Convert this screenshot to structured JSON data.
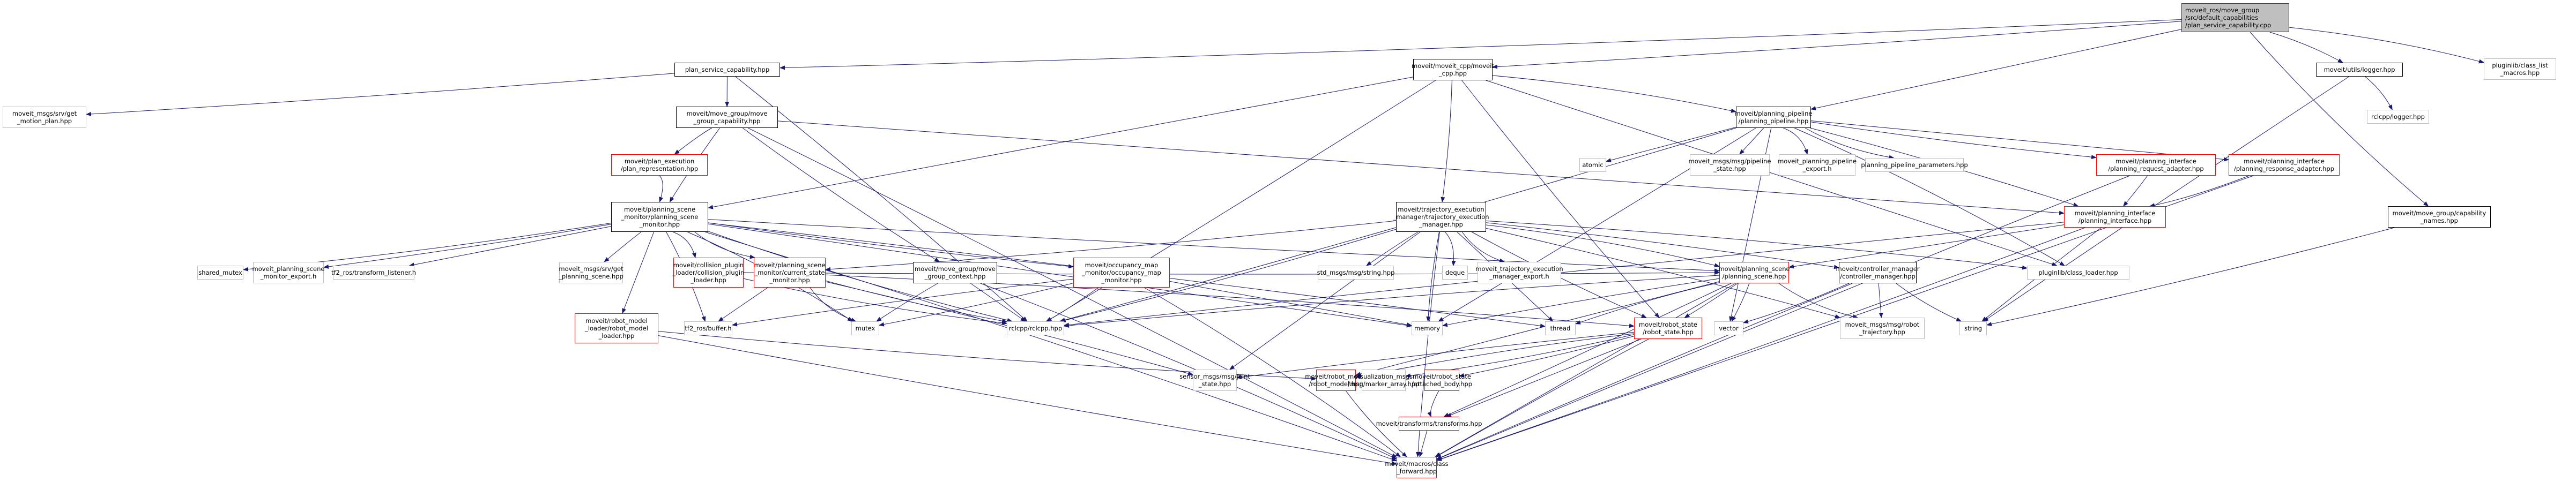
{
  "title": "moveit_ros/move_group/src/default_capabilities/plan_service_capability.cpp include dependency graph",
  "colors": {
    "edge": "#191970",
    "root_fill": "#bfbfbf",
    "documented_border": "#000000",
    "undocumented_border": "#ff0000",
    "external_border": "#bfbfbf"
  },
  "nodes": [
    {
      "id": "root",
      "label": "moveit_ros/move_group\n/src/default_capabilities\n/plan_service_capability.cpp",
      "kind": "root"
    },
    {
      "id": "psc",
      "label": "plan_service_capability.hpp",
      "kind": "doc"
    },
    {
      "id": "getmp",
      "label": "moveit_msgs/srv/get\n_motion_plan.hpp",
      "kind": "ext"
    },
    {
      "id": "mgcap",
      "label": "moveit/move_group/move\n_group_capability.hpp",
      "kind": "doc"
    },
    {
      "id": "planrep",
      "label": "moveit/plan_execution\n/plan_representation.hpp",
      "kind": "red"
    },
    {
      "id": "psm",
      "label": "moveit/planning_scene\n_monitor/planning_scene\n_monitor.hpp",
      "kind": "doc"
    },
    {
      "id": "shmutex",
      "label": "shared_mutex",
      "kind": "ext"
    },
    {
      "id": "psmexp",
      "label": "moveit_planning_scene\n_monitor_export.h",
      "kind": "ext"
    },
    {
      "id": "tflist",
      "label": "tf2_ros/transform_listener.h",
      "kind": "ext"
    },
    {
      "id": "getps",
      "label": "moveit_msgs/srv/get\n_planning_scene.hpp",
      "kind": "ext"
    },
    {
      "id": "colplug",
      "label": "moveit/collision_plugin\n_loader/collision_plugin\n_loader.hpp",
      "kind": "red"
    },
    {
      "id": "csm",
      "label": "moveit/planning_scene\n_monitor/current_state\n_monitor.hpp",
      "kind": "red"
    },
    {
      "id": "mgctx",
      "label": "moveit/move_group/move\n_group_context.hpp",
      "kind": "doc"
    },
    {
      "id": "occ",
      "label": "moveit/occupancy_map\n_monitor/occupancy_map\n_monitor.hpp",
      "kind": "red"
    },
    {
      "id": "rml",
      "label": "moveit/robot_model\n_loader/robot_model\n_loader.hpp",
      "kind": "red"
    },
    {
      "id": "tfbuf",
      "label": "tf2_ros/buffer.h",
      "kind": "ext"
    },
    {
      "id": "mutex",
      "label": "mutex",
      "kind": "ext"
    },
    {
      "id": "rclcpp",
      "label": "rclcpp/rclcpp.hpp",
      "kind": "ext"
    },
    {
      "id": "mcpp",
      "label": "moveit/moveit_cpp/moveit\n_cpp.hpp",
      "kind": "doc"
    },
    {
      "id": "tem",
      "label": "moveit/trajectory_execution\n_manager/trajectory_execution\n_manager.hpp",
      "kind": "doc"
    },
    {
      "id": "stdstr",
      "label": "std_msgs/msg/string.hpp",
      "kind": "ext"
    },
    {
      "id": "deque",
      "label": "deque",
      "kind": "ext"
    },
    {
      "id": "temexp",
      "label": "moveit_trajectory_execution\n_manager_export.h",
      "kind": "ext"
    },
    {
      "id": "memory",
      "label": "memory",
      "kind": "ext"
    },
    {
      "id": "thread",
      "label": "thread",
      "kind": "ext"
    },
    {
      "id": "pp",
      "label": "moveit/planning_pipeline\n/planning_pipeline.hpp",
      "kind": "doc"
    },
    {
      "id": "atomic",
      "label": "atomic",
      "kind": "ext"
    },
    {
      "id": "ppstate",
      "label": "moveit_msgs/msg/pipeline\n_state.hpp",
      "kind": "ext"
    },
    {
      "id": "ppexp",
      "label": "moveit_planning_pipeline\n_export.h",
      "kind": "ext"
    },
    {
      "id": "ppparams",
      "label": "planning_pipeline_parameters.hpp",
      "kind": "ext"
    },
    {
      "id": "preq",
      "label": "moveit/planning_interface\n/planning_request_adapter.hpp",
      "kind": "red"
    },
    {
      "id": "presp",
      "label": "moveit/planning_interface\n/planning_response_adapter.hpp",
      "kind": "red"
    },
    {
      "id": "pi",
      "label": "moveit/planning_interface\n/planning_interface.hpp",
      "kind": "red"
    },
    {
      "id": "ps",
      "label": "moveit/planning_scene\n/planning_scene.hpp",
      "kind": "red"
    },
    {
      "id": "cm",
      "label": "moveit/controller_manager\n/controller_manager.hpp",
      "kind": "doc"
    },
    {
      "id": "classldr",
      "label": "pluginlib/class_loader.hpp",
      "kind": "ext"
    },
    {
      "id": "rs",
      "label": "moveit/robot_state\n/robot_state.hpp",
      "kind": "red"
    },
    {
      "id": "vector",
      "label": "vector",
      "kind": "ext"
    },
    {
      "id": "robtraj",
      "label": "moveit_msgs/msg/robot\n_trajectory.hpp",
      "kind": "ext"
    },
    {
      "id": "string",
      "label": "string",
      "kind": "ext"
    },
    {
      "id": "js",
      "label": "sensor_msgs/msg/joint\n_state.hpp",
      "kind": "ext"
    },
    {
      "id": "rm",
      "label": "moveit/robot_model\n/robot_model.hpp",
      "kind": "red"
    },
    {
      "id": "marker",
      "label": "visualization_msgs\n/msg/marker_array.hpp",
      "kind": "ext"
    },
    {
      "id": "ab",
      "label": "moveit/robot_state\n/attached_body.hpp",
      "kind": "red"
    },
    {
      "id": "tf",
      "label": "moveit/transforms/transforms.hpp",
      "kind": "red"
    },
    {
      "id": "cf",
      "label": "moveit/macros/class\n_forward.hpp",
      "kind": "red"
    },
    {
      "id": "logger",
      "label": "moveit/utils/logger.hpp",
      "kind": "doc"
    },
    {
      "id": "rcllog",
      "label": "rclcpp/logger.hpp",
      "kind": "ext"
    },
    {
      "id": "clm",
      "label": "pluginlib/class_list\n_macros.hpp",
      "kind": "ext"
    },
    {
      "id": "capn",
      "label": "moveit/move_group/capability\n_names.hpp",
      "kind": "doc"
    }
  ],
  "edges": [
    [
      "root",
      "psc"
    ],
    [
      "root",
      "mcpp"
    ],
    [
      "root",
      "pp"
    ],
    [
      "root",
      "logger"
    ],
    [
      "root",
      "clm"
    ],
    [
      "root",
      "capn"
    ],
    [
      "psc",
      "getmp"
    ],
    [
      "psc",
      "mgcap"
    ],
    [
      "psc",
      "rclcpp"
    ],
    [
      "mgcap",
      "planrep"
    ],
    [
      "mgcap",
      "psm"
    ],
    [
      "mgcap",
      "mgctx"
    ],
    [
      "mgcap",
      "pi"
    ],
    [
      "mgcap",
      "cf"
    ],
    [
      "planrep",
      "psm"
    ],
    [
      "psm",
      "shmutex"
    ],
    [
      "psm",
      "psmexp"
    ],
    [
      "psm",
      "tflist"
    ],
    [
      "psm",
      "getps"
    ],
    [
      "psm",
      "colplug"
    ],
    [
      "psm",
      "csm"
    ],
    [
      "psm",
      "occ"
    ],
    [
      "psm",
      "rml"
    ],
    [
      "psm",
      "tfbuf"
    ],
    [
      "psm",
      "mutex"
    ],
    [
      "psm",
      "rclcpp"
    ],
    [
      "psm",
      "ps"
    ],
    [
      "psm",
      "memory"
    ],
    [
      "psm",
      "thread"
    ],
    [
      "psm",
      "cf"
    ],
    [
      "csm",
      "mutex"
    ],
    [
      "csm",
      "rclcpp"
    ],
    [
      "csm",
      "tfbuf"
    ],
    [
      "csm",
      "js"
    ],
    [
      "csm",
      "rs"
    ],
    [
      "colplug",
      "rclcpp"
    ],
    [
      "colplug",
      "ps"
    ],
    [
      "mgctx",
      "rclcpp"
    ],
    [
      "mgctx",
      "mutex"
    ],
    [
      "mgctx",
      "cf"
    ],
    [
      "occ",
      "rclcpp"
    ],
    [
      "occ",
      "mutex"
    ],
    [
      "occ",
      "memory"
    ],
    [
      "occ",
      "tfbuf"
    ],
    [
      "occ",
      "cf"
    ],
    [
      "rml",
      "rm"
    ],
    [
      "rml",
      "cf"
    ],
    [
      "mcpp",
      "psm"
    ],
    [
      "mcpp",
      "tem"
    ],
    [
      "mcpp",
      "pp"
    ],
    [
      "mcpp",
      "rclcpp"
    ],
    [
      "mcpp",
      "rs"
    ],
    [
      "mcpp",
      "classldr"
    ],
    [
      "tem",
      "stdstr"
    ],
    [
      "tem",
      "deque"
    ],
    [
      "tem",
      "temexp"
    ],
    [
      "tem",
      "memory"
    ],
    [
      "tem",
      "thread"
    ],
    [
      "tem",
      "cm"
    ],
    [
      "tem",
      "ps"
    ],
    [
      "tem",
      "csm"
    ],
    [
      "tem",
      "rs"
    ],
    [
      "tem",
      "js"
    ],
    [
      "tem",
      "robtraj"
    ],
    [
      "tem",
      "classldr"
    ],
    [
      "tem",
      "rclcpp"
    ],
    [
      "tem",
      "cf"
    ],
    [
      "pp",
      "atomic"
    ],
    [
      "pp",
      "ppstate"
    ],
    [
      "pp",
      "ppexp"
    ],
    [
      "pp",
      "ppparams"
    ],
    [
      "pp",
      "preq"
    ],
    [
      "pp",
      "presp"
    ],
    [
      "pp",
      "pi"
    ],
    [
      "pp",
      "classldr"
    ],
    [
      "pp",
      "rclcpp"
    ],
    [
      "pp",
      "memory"
    ],
    [
      "pp",
      "vector"
    ],
    [
      "preq",
      "pi"
    ],
    [
      "preq",
      "cf"
    ],
    [
      "presp",
      "pi"
    ],
    [
      "presp",
      "cf"
    ],
    [
      "pi",
      "ps"
    ],
    [
      "pi",
      "rclcpp"
    ],
    [
      "pi",
      "string"
    ],
    [
      "pi",
      "cf"
    ],
    [
      "ps",
      "rs"
    ],
    [
      "ps",
      "rm"
    ],
    [
      "ps",
      "memory"
    ],
    [
      "ps",
      "thread"
    ],
    [
      "ps",
      "robtraj"
    ],
    [
      "ps",
      "tf"
    ],
    [
      "ps",
      "cf"
    ],
    [
      "ps",
      "vector"
    ],
    [
      "ps",
      "rclcpp"
    ],
    [
      "cm",
      "vector"
    ],
    [
      "cm",
      "string"
    ],
    [
      "cm",
      "robtraj"
    ],
    [
      "cm",
      "cf"
    ],
    [
      "rs",
      "rm"
    ],
    [
      "rs",
      "marker"
    ],
    [
      "rs",
      "ab"
    ],
    [
      "rs",
      "tf"
    ],
    [
      "rs",
      "js"
    ],
    [
      "rs",
      "cf"
    ],
    [
      "ab",
      "tf"
    ],
    [
      "rm",
      "cf"
    ],
    [
      "tf",
      "cf"
    ],
    [
      "logger",
      "rcllog"
    ],
    [
      "logger",
      "string"
    ],
    [
      "capn",
      "string"
    ]
  ]
}
